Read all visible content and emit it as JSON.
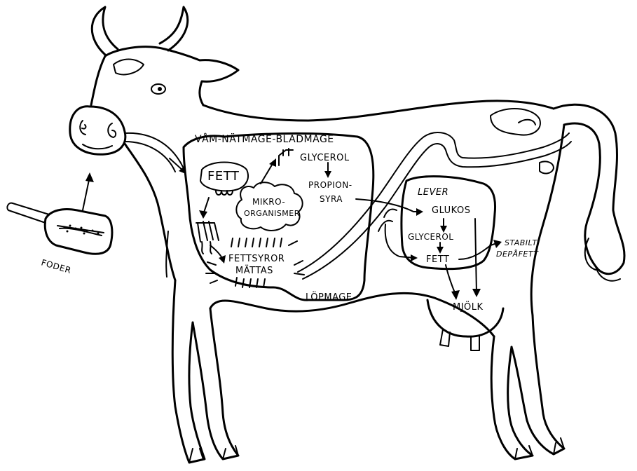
{
  "labels": {
    "rumen": "VÅM-NÄTMAGE-BLADMAGE",
    "fat_in": "FETT",
    "glycerol_top": "GLYCEROL",
    "propion": "PROPION-",
    "syra": "SYRA",
    "mikro": "MIKRO-",
    "organismer": "ORGANISMER",
    "fettsyror": "FETTSYROR",
    "mattas": "MÄTTAS",
    "lopmage": "LÖPMAGE",
    "lever": "LEVER",
    "glukos": "GLUKOS",
    "glycerol_liver": "GLYCEROL",
    "fett_liver": "FETT",
    "stabilt": "STABILT",
    "depafett": "DEPÅFETT",
    "mjolk": "MJÖLK",
    "foder": "FODER"
  }
}
